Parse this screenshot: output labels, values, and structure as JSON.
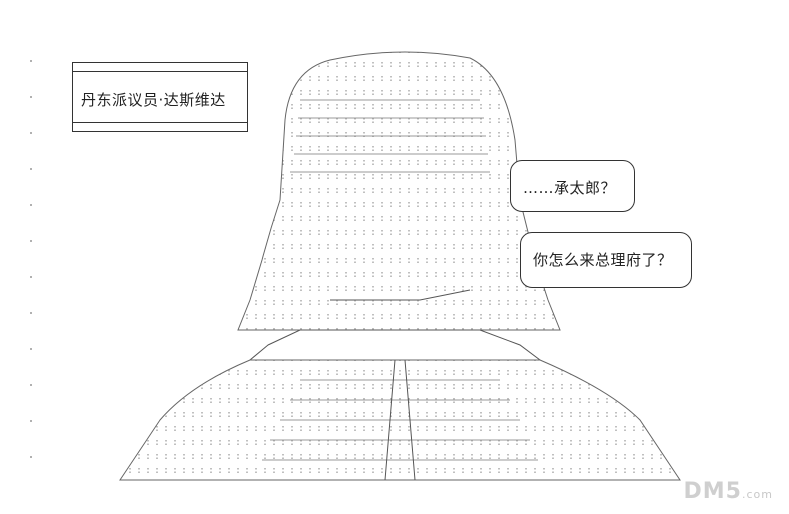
{
  "caption": {
    "text": "丹东派议员·达斯维达"
  },
  "bubbles": [
    {
      "text": "……承太郎？"
    },
    {
      "text": "你怎么来总理府了？"
    }
  ],
  "watermark": {
    "brand": "DM5",
    "suffix": ".com"
  }
}
